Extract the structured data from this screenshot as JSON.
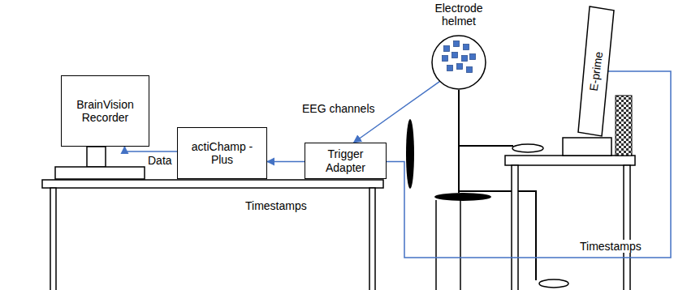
{
  "diagram": {
    "nodes": [
      {
        "text": [
          "BrainVision Recorder"
        ]
      },
      {
        "text": [
          "actiChamp - Plus"
        ]
      },
      {
        "text": [
          "Trigger Adapter"
        ]
      },
      {
        "text": [
          "Electrode helmet"
        ]
      },
      {
        "text": [
          "E-prime"
        ]
      }
    ],
    "edges": [
      {
        "from": 3,
        "to": 2,
        "label": "EEG channels",
        "arrow": "to"
      },
      {
        "from": 2,
        "to": 1,
        "arrow": "to"
      },
      {
        "from": 1,
        "to": 0,
        "label": "Data",
        "arrow": "to"
      },
      {
        "from": 4,
        "to": 2,
        "label": "Timestamps",
        "arrow": "none"
      }
    ],
    "labels": [
      "Timestamps"
    ]
  }
}
